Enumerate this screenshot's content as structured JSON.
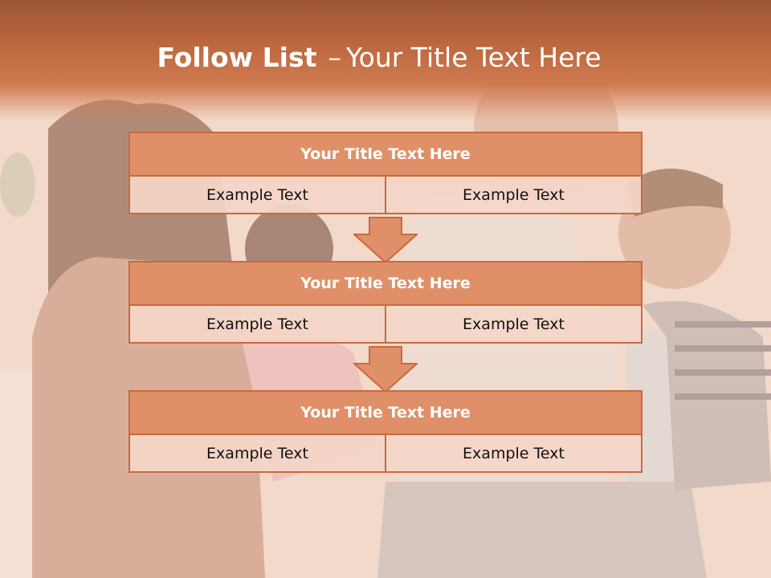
{
  "header": {
    "title_bold": "Follow List",
    "title_dash": "–",
    "title_rest": "Your Title Text Here"
  },
  "blocks": [
    {
      "title": "Your Title Text Here",
      "left_text": "Example Text",
      "right_text": "Example Text"
    },
    {
      "title": "Your Title Text Here",
      "left_text": "Example Text",
      "right_text": "Example Text"
    },
    {
      "title": "Your Title Text Here",
      "left_text": "Example Text",
      "right_text": "Example Text"
    }
  ],
  "colors": {
    "accent": "#c86a3e",
    "title_fill": "#e09068",
    "cell_fill": "#f4d6c8",
    "header_dark": "#9c5634"
  },
  "icons": [
    "down-arrow-icon",
    "down-arrow-icon"
  ]
}
